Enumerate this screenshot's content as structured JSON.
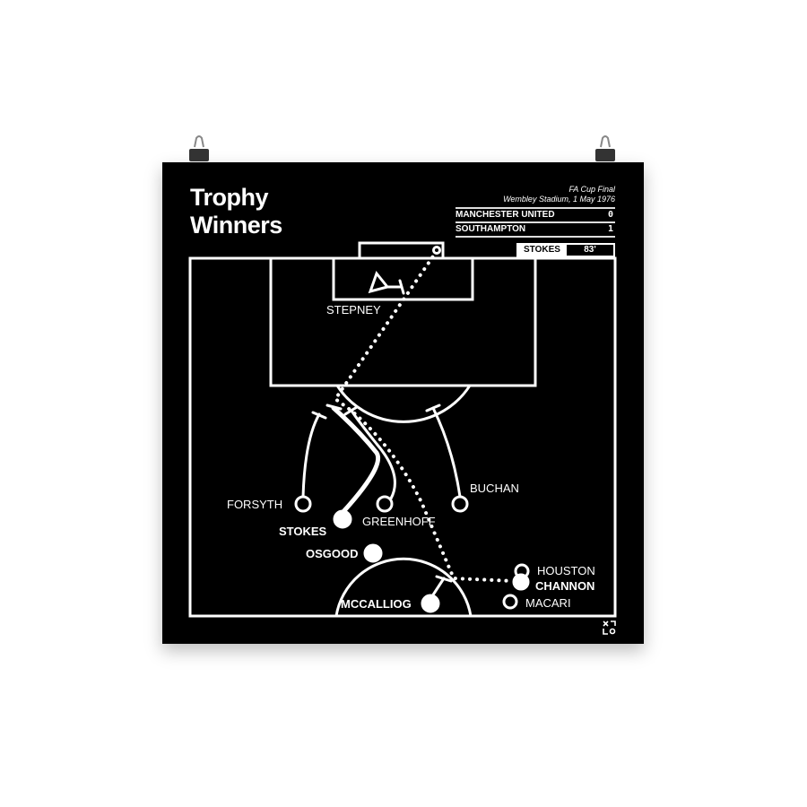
{
  "title_line1": "Trophy",
  "title_line2": "Winners",
  "match": {
    "competition": "FA Cup Final",
    "venue_date": "Wembley Stadium, 1 May 1976"
  },
  "teams": [
    {
      "name": "MANCHESTER UNITED",
      "score": "0"
    },
    {
      "name": "SOUTHAMPTON",
      "score": "1"
    }
  ],
  "goal": {
    "scorer": "STOKES",
    "minute": "83'"
  },
  "players": {
    "stepney": "STEPNEY",
    "forsyth": "FORSYTH",
    "stokes": "STOKES",
    "greenhoff": "GREENHOFF",
    "buchan": "BUCHAN",
    "osgood": "OSGOOD",
    "mccalliog": "MCCALLIOG",
    "houston": "HOUSTON",
    "channon": "CHANNON",
    "macari": "MACARI"
  },
  "colors": {
    "background": "#000000",
    "lines": "#ffffff"
  }
}
